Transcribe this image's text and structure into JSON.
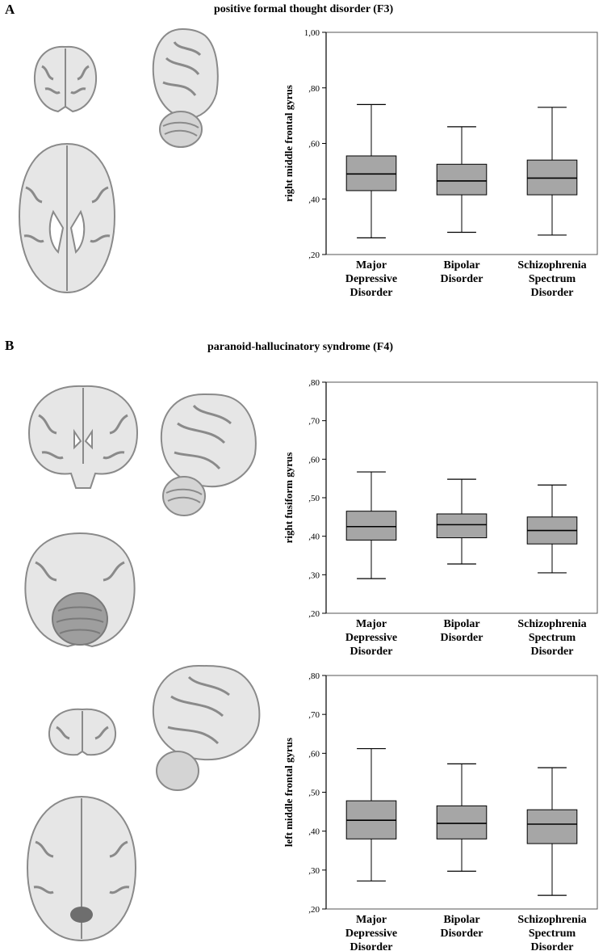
{
  "panels": {
    "a": {
      "letter": "A",
      "title": "positive formal thought disorder (F3)"
    },
    "b": {
      "letter": "B",
      "title": "paranoid-hallucinatory  syndrome (F4)"
    }
  },
  "colors": {
    "box_fill": "#a6a6a6",
    "axis": "#000000",
    "frame": "#555555"
  },
  "icons": [
    "brain-coronal-icon",
    "brain-sagittal-icon",
    "brain-axial-icon"
  ],
  "chart_data": [
    {
      "type": "boxplot",
      "ylabel": "right middle frontal gyrus",
      "categories": [
        "Major Depressive Disorder",
        "Bipolar Disorder",
        "Schizophrenia Spectrum Disorder"
      ],
      "category_lines": [
        [
          "Major",
          "Depressive",
          "Disorder"
        ],
        [
          "Bipolar",
          "Disorder"
        ],
        [
          "Schizophrenia",
          "Spectrum",
          "Disorder"
        ]
      ],
      "ylim": [
        0.2,
        1.0
      ],
      "ticks": [
        0.2,
        0.4,
        0.6,
        0.8,
        1.0
      ],
      "tick_labels": [
        ",20",
        ",40",
        ",60",
        ",80",
        "1,00"
      ],
      "boxes": [
        {
          "min": 0.26,
          "q1": 0.43,
          "median": 0.49,
          "q3": 0.555,
          "max": 0.74
        },
        {
          "min": 0.28,
          "q1": 0.415,
          "median": 0.465,
          "q3": 0.525,
          "max": 0.66
        },
        {
          "min": 0.27,
          "q1": 0.415,
          "median": 0.475,
          "q3": 0.54,
          "max": 0.73
        }
      ]
    },
    {
      "type": "boxplot",
      "ylabel": "right fusiform gyrus",
      "categories": [
        "Major Depressive Disorder",
        "Bipolar Disorder",
        "Schizophrenia Spectrum Disorder"
      ],
      "category_lines": [
        [
          "Major",
          "Depressive",
          "Disorder"
        ],
        [
          "Bipolar",
          "Disorder"
        ],
        [
          "Schizophrenia",
          "Spectrum",
          "Disorder"
        ]
      ],
      "ylim": [
        0.2,
        0.8
      ],
      "ticks": [
        0.2,
        0.3,
        0.4,
        0.5,
        0.6,
        0.7,
        0.8
      ],
      "tick_labels": [
        ",20",
        ",30",
        ",40",
        ",50",
        ",60",
        ",70",
        ",80"
      ],
      "boxes": [
        {
          "min": 0.29,
          "q1": 0.39,
          "median": 0.425,
          "q3": 0.465,
          "max": 0.567
        },
        {
          "min": 0.328,
          "q1": 0.396,
          "median": 0.43,
          "q3": 0.458,
          "max": 0.548
        },
        {
          "min": 0.305,
          "q1": 0.38,
          "median": 0.415,
          "q3": 0.45,
          "max": 0.533
        }
      ]
    },
    {
      "type": "boxplot",
      "ylabel": "left middle frontal gyrus",
      "categories": [
        "Major Depressive Disorder",
        "Bipolar Disorder",
        "Schizophrenia Spectrum Disorder"
      ],
      "category_lines": [
        [
          "Major",
          "Depressive",
          "Disorder"
        ],
        [
          "Bipolar",
          "Disorder"
        ],
        [
          "Schizophrenia",
          "Spectrum",
          "Disorder"
        ]
      ],
      "ylim": [
        0.2,
        0.8
      ],
      "ticks": [
        0.2,
        0.3,
        0.4,
        0.5,
        0.6,
        0.7,
        0.8
      ],
      "tick_labels": [
        ",20",
        ",30",
        ",40",
        ",50",
        ",60",
        ",70",
        ",80"
      ],
      "boxes": [
        {
          "min": 0.272,
          "q1": 0.38,
          "median": 0.428,
          "q3": 0.478,
          "max": 0.612
        },
        {
          "min": 0.297,
          "q1": 0.38,
          "median": 0.42,
          "q3": 0.465,
          "max": 0.573
        },
        {
          "min": 0.235,
          "q1": 0.368,
          "median": 0.418,
          "q3": 0.455,
          "max": 0.563
        }
      ]
    }
  ]
}
